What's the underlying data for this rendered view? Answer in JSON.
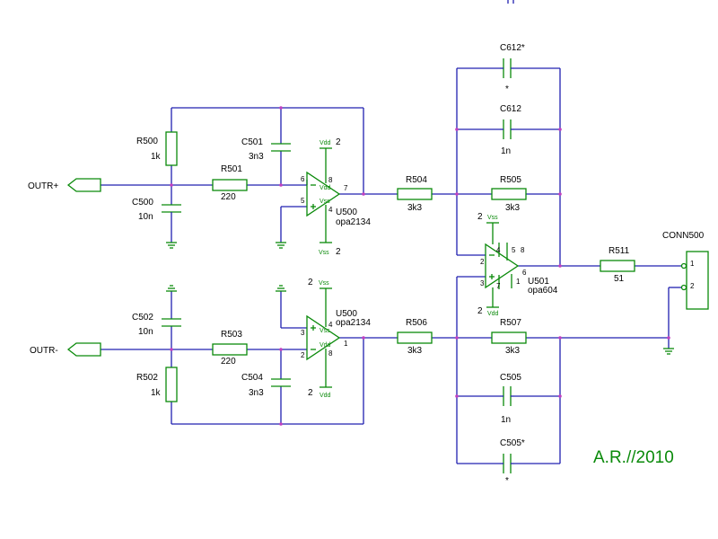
{
  "inputs": {
    "outr_plus": "OUTR+",
    "outr_minus": "OUTR-"
  },
  "resistors": {
    "r500": {
      "ref": "R500",
      "value": "1k"
    },
    "r501": {
      "ref": "R501",
      "value": "220"
    },
    "r502": {
      "ref": "R502",
      "value": "1k"
    },
    "r503": {
      "ref": "R503",
      "value": "220"
    },
    "r504": {
      "ref": "R504",
      "value": "3k3"
    },
    "r505": {
      "ref": "R505",
      "value": "3k3"
    },
    "r506": {
      "ref": "R506",
      "value": "3k3"
    },
    "r507": {
      "ref": "R507",
      "value": "3k3"
    },
    "r511": {
      "ref": "R511",
      "value": "51"
    }
  },
  "capacitors": {
    "c500": {
      "ref": "C500",
      "value": "10n"
    },
    "c501": {
      "ref": "C501",
      "value": "3n3"
    },
    "c502": {
      "ref": "C502",
      "value": "10n"
    },
    "c504": {
      "ref": "C504",
      "value": "3n3"
    },
    "c505": {
      "ref": "C505",
      "value": "1n"
    },
    "c505s": {
      "ref": "C505*",
      "value": "*"
    },
    "c612": {
      "ref": "C612",
      "value": "1n"
    },
    "c612s": {
      "ref": "C612*",
      "value": "*"
    }
  },
  "opamps": {
    "u500a": {
      "ref": "U500",
      "part": "opa2134"
    },
    "u500b": {
      "ref": "U500",
      "part": "opa2134"
    },
    "u501": {
      "ref": "U501",
      "part": "opa604"
    }
  },
  "power": {
    "vdd": "Vdd",
    "vss": "Vss"
  },
  "pins": {
    "p1": "1",
    "p2": "2",
    "p3": "3",
    "p4": "4",
    "p5": "5",
    "p6": "6",
    "p7": "7",
    "p8": "8"
  },
  "connector": {
    "ref": "CONN500",
    "pin1": "1",
    "pin2": "2"
  },
  "signature": "A.R.//2010"
}
